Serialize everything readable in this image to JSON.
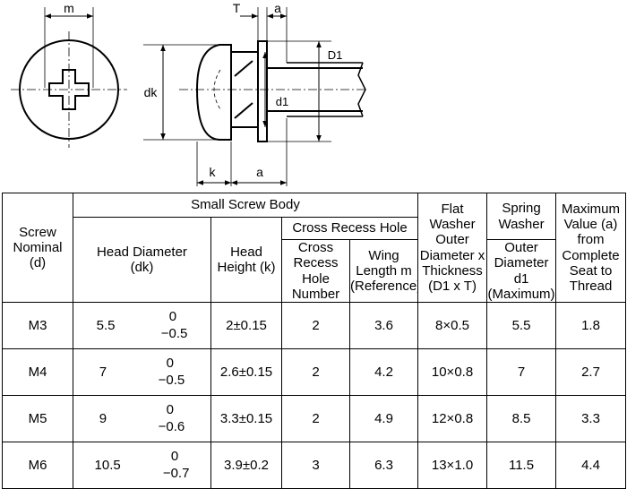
{
  "drawing": {
    "labels": {
      "m": "m",
      "T": "T",
      "a": "a",
      "D1": "D1",
      "d1": "d1",
      "dk": "dk",
      "k": "k"
    }
  },
  "table": {
    "header": {
      "screw_nominal": "Screw Nominal (d)",
      "small_screw_body": "Small Screw Body",
      "head_diameter": "Head Diameter (dk)",
      "head_height": "Head Height (k)",
      "cross_recess_hole": "Cross Recess Hole",
      "cross_recess_hole_number": "Cross Recess Hole Number",
      "wing_length": "Wing Length m (Reference)",
      "flat_washer": "Flat Washer Outer Diameter x Thickness (D1 x T)",
      "spring_washer": "Spring Washer",
      "spring_washer_sub": "Outer Diameter d1 (Maximum)",
      "maximum_value": "Maximum Value (a) from Complete Seat to Thread"
    },
    "rows": [
      {
        "nominal": "M3",
        "dk": "5.5",
        "tol_upper": "0",
        "tol_lower": "−0.5",
        "k": "2±0.15",
        "recess_no": "2",
        "wing": "3.6",
        "washer": "8×0.5",
        "spring": "5.5",
        "max_a": "1.8"
      },
      {
        "nominal": "M4",
        "dk": "7",
        "tol_upper": "0",
        "tol_lower": "−0.5",
        "k": "2.6±0.15",
        "recess_no": "2",
        "wing": "4.2",
        "washer": "10×0.8",
        "spring": "7",
        "max_a": "2.7"
      },
      {
        "nominal": "M5",
        "dk": "9",
        "tol_upper": "0",
        "tol_lower": "−0.6",
        "k": "3.3±0.15",
        "recess_no": "2",
        "wing": "4.9",
        "washer": "12×0.8",
        "spring": "8.5",
        "max_a": "3.3"
      },
      {
        "nominal": "M6",
        "dk": "10.5",
        "tol_upper": "0",
        "tol_lower": "−0.7",
        "k": "3.9±0.2",
        "recess_no": "3",
        "wing": "6.3",
        "washer": "13×1.0",
        "spring": "11.5",
        "max_a": "4.4"
      }
    ]
  }
}
